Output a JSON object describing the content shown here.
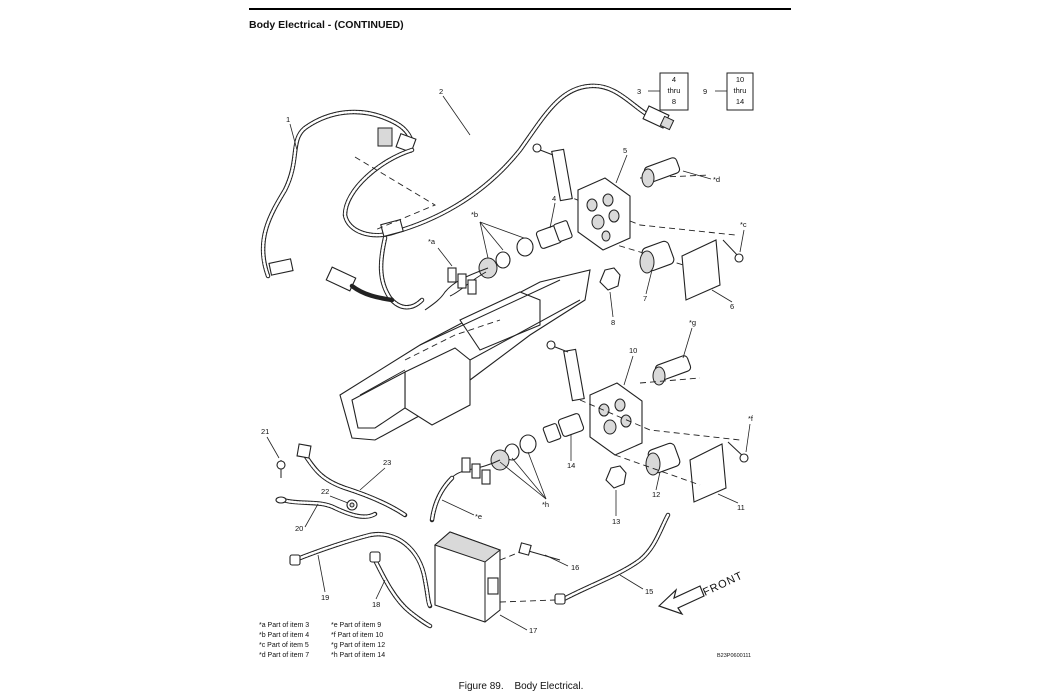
{
  "header": {
    "title": "Body Electrical - (CONTINUED)"
  },
  "callouts": {
    "item1": "1",
    "item2": "2",
    "item3": "3",
    "item4": "4",
    "item5": "5",
    "item6": "6",
    "item7": "7",
    "item8": "8",
    "item9": "9",
    "item10": "10",
    "item11": "11",
    "item12": "12",
    "item13": "13",
    "item14": "14",
    "item15": "15",
    "item16": "16",
    "item17": "17",
    "item18": "18",
    "item19": "19",
    "item20": "20",
    "item21": "21",
    "item22": "22",
    "item23": "23",
    "a": "*a",
    "b": "*b",
    "c": "*c",
    "d": "*d",
    "e": "*e",
    "f": "*f",
    "g": "*g",
    "h": "*h"
  },
  "range_boxes": {
    "first": {
      "lines": [
        "4",
        "thru",
        "8"
      ]
    },
    "second": {
      "lines": [
        "10",
        "thru",
        "14"
      ]
    }
  },
  "legend": {
    "left": [
      "*a Part of item 3",
      "*b Part of item 4",
      "*c Part of item 5",
      "*d Part of item 7"
    ],
    "right": [
      "*e Part of item 9",
      "*f Part of item 10",
      "*g Part of item 12",
      "*h Part of item 14"
    ]
  },
  "direction_label": "FRONT",
  "drawing_id": "B23P0600111",
  "caption": {
    "figure": "Figure 89.",
    "text": "Body Electrical."
  }
}
